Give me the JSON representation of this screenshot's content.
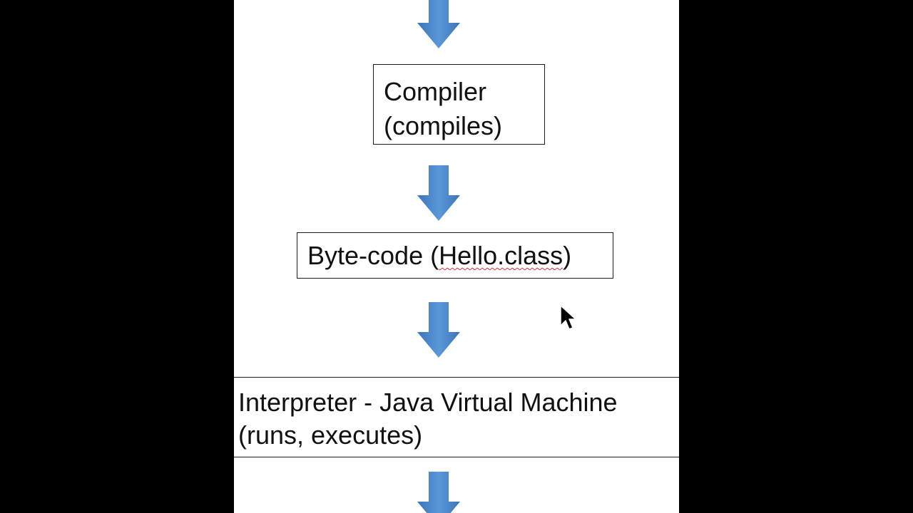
{
  "colors": {
    "arrow": "#4a86c8",
    "page_bg": "#ffffff",
    "frame_bg": "#000000"
  },
  "flow": {
    "compiler": {
      "line1": "Compiler",
      "line2": "(compiles)"
    },
    "bytecode": {
      "prefix": "Byte-code (",
      "highlighted": "Hello.class",
      "suffix": ")"
    },
    "interpreter": {
      "line1": "Interpreter - Java Virtual Machine",
      "line2": "(runs, executes)"
    }
  },
  "icons": {
    "arrow": "down-arrow-icon",
    "pointer": "mouse-cursor-icon"
  }
}
